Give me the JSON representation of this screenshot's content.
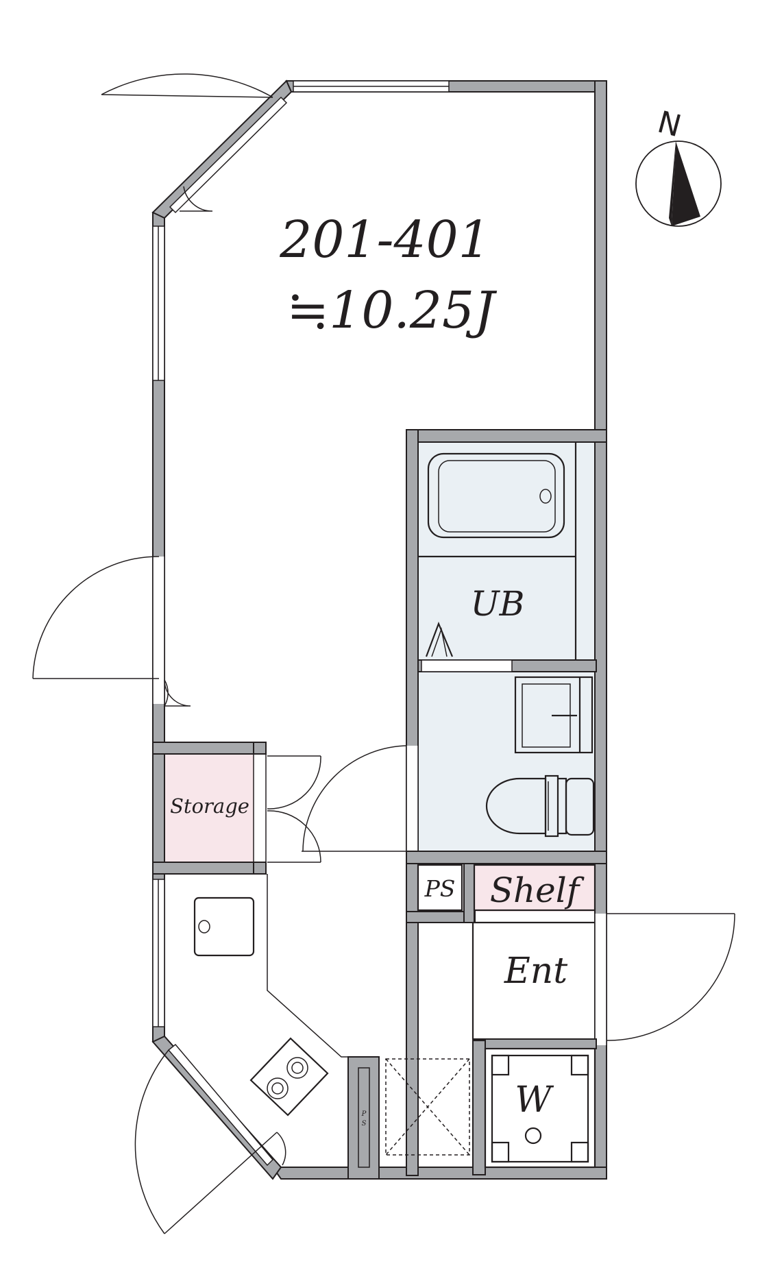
{
  "unit": {
    "number": "201-401",
    "area": "≒10.25J"
  },
  "rooms": {
    "bath": "UB",
    "storage": "Storage",
    "pipe_space": "PS",
    "pipe_space_small_top": "P",
    "pipe_space_small_bottom": "S",
    "shelf": "Shelf",
    "entrance": "Ent",
    "washer": "W"
  },
  "compass": {
    "label": "N"
  },
  "colors": {
    "wall": "#a7a9ac",
    "line": "#231f20",
    "wet_area": "#eaf0f4",
    "accent_pink": "#f8e6ea"
  }
}
